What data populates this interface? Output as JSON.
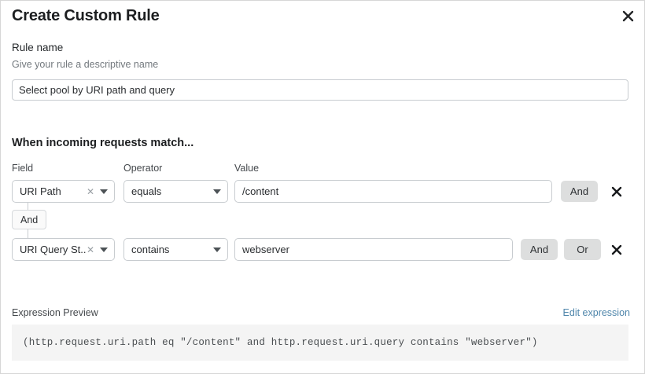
{
  "dialog": {
    "title": "Create Custom Rule",
    "close_icon": "close-icon"
  },
  "rule_name": {
    "label": "Rule name",
    "help": "Give your rule a descriptive name",
    "value": "Select pool by URI path and query",
    "placeholder": "Select pool by URI path and query"
  },
  "conditions": {
    "heading": "When incoming requests match...",
    "columns": {
      "field": "Field",
      "operator": "Operator",
      "value": "Value"
    },
    "connector": {
      "label": "And"
    },
    "rows": [
      {
        "field": "URI Path",
        "operator": "equals",
        "value": "/content",
        "buttons": [
          "And"
        ],
        "remove_icon": "close-icon"
      },
      {
        "field": "URI Query St...",
        "operator": "contains",
        "value": "webserver",
        "buttons": [
          "And",
          "Or"
        ],
        "remove_icon": "close-icon"
      }
    ]
  },
  "expression": {
    "label": "Expression Preview",
    "edit_link": "Edit expression",
    "text": "(http.request.uri.path eq \"/content\" and http.request.uri.query contains \"webserver\")"
  },
  "colors": {
    "link": "#4f86ab",
    "pill_bg": "#dddede",
    "border": "#c8ccd0",
    "expr_bg": "#f4f4f4"
  }
}
